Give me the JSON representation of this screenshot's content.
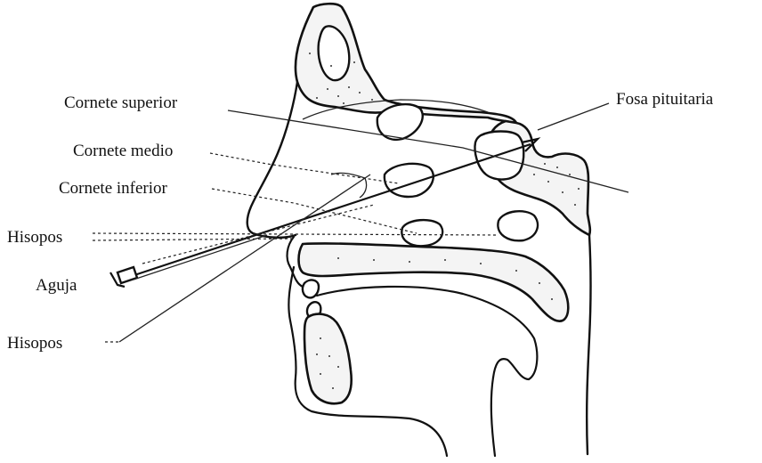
{
  "labels": {
    "cornete_superior": "Cornete superior",
    "cornete_medio": "Cornete medio",
    "cornete_inferior": "Cornete inferior",
    "hisopos_top": "Hisopos",
    "aguja": "Aguja",
    "hisopos_bottom": "Hisopos",
    "fosa_pituitaria": "Fosa pituitaria"
  },
  "colors": {
    "ink": "#111111",
    "background": "#ffffff"
  }
}
